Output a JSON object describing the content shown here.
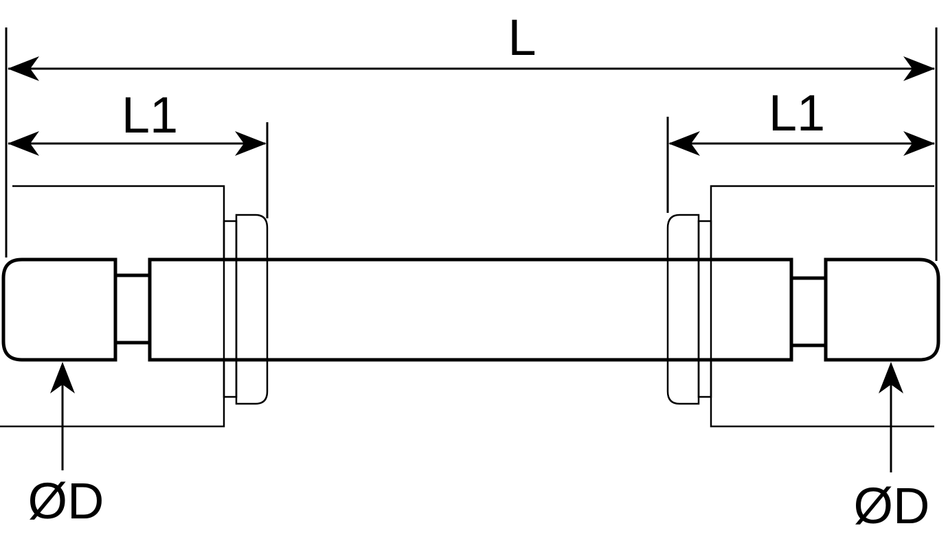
{
  "labels": {
    "overall_length": "L",
    "left_length": "L1",
    "right_length": "L1",
    "left_diameter": "ØD",
    "right_diameter": "ØD"
  },
  "colors": {
    "line": "#000000",
    "background": "#ffffff"
  }
}
